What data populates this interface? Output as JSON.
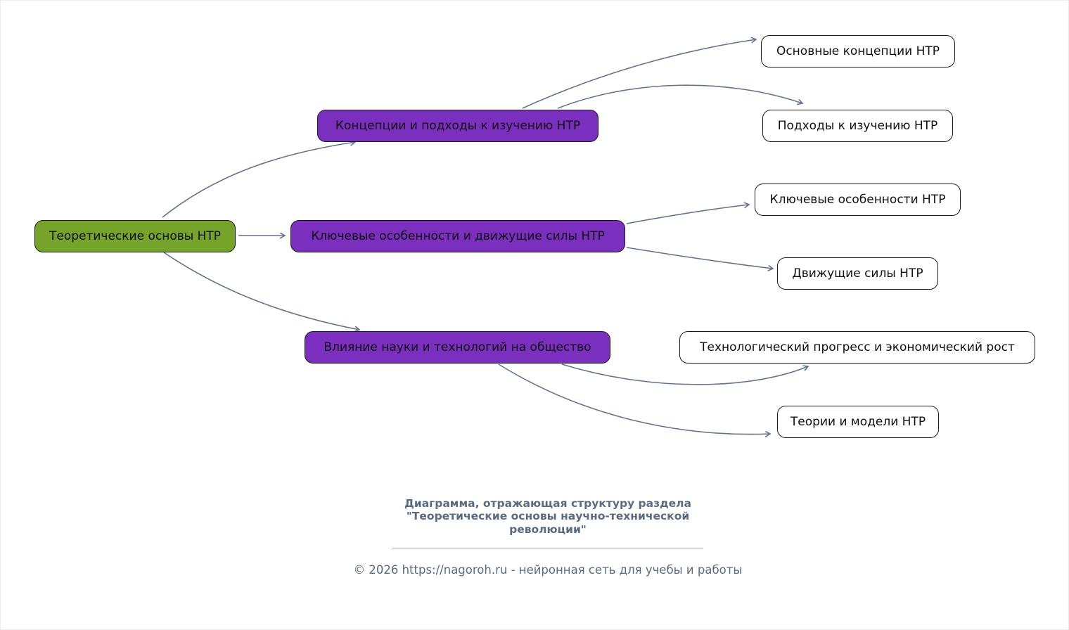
{
  "diagram": {
    "root": {
      "label": "Теоретические основы НТР"
    },
    "branches": [
      {
        "label": "Концепции и подходы к изучению НТР",
        "children": [
          {
            "label": "Основные концепции НТР"
          },
          {
            "label": "Подходы к изучению НТР"
          }
        ]
      },
      {
        "label": "Ключевые особенности и движущие силы НТР",
        "children": [
          {
            "label": "Ключевые особенности НТР"
          },
          {
            "label": "Движущие силы НТР"
          }
        ]
      },
      {
        "label": "Влияние науки и технологий на общество",
        "children": [
          {
            "label": "Технологический прогресс и экономический рост"
          },
          {
            "label": "Теории и модели НТР"
          }
        ]
      }
    ],
    "edges": [
      {
        "from": "root",
        "to": "branch-0"
      },
      {
        "from": "root",
        "to": "branch-1"
      },
      {
        "from": "root",
        "to": "branch-2"
      },
      {
        "from": "branch-0",
        "to": "leaf-0-0"
      },
      {
        "from": "branch-0",
        "to": "leaf-0-1"
      },
      {
        "from": "branch-1",
        "to": "leaf-1-0"
      },
      {
        "from": "branch-1",
        "to": "leaf-1-1"
      },
      {
        "from": "branch-2",
        "to": "leaf-2-0"
      },
      {
        "from": "branch-2",
        "to": "leaf-2-1"
      }
    ],
    "colors": {
      "root_fill": "#76a32a",
      "branch_fill": "#7b2fbf",
      "leaf_fill": "#ffffff",
      "node_border": "#1a1a1a",
      "edge": "#64748b",
      "node_text": "#111111",
      "caption_text": "#5b6b80"
    }
  },
  "caption": {
    "title": "Диаграмма, отражающая структуру раздела\n\"Теоретические основы научно-технической\nреволюции\"",
    "footer": "© 2026 https://nagoroh.ru - нейронная сеть для учебы и работы"
  }
}
